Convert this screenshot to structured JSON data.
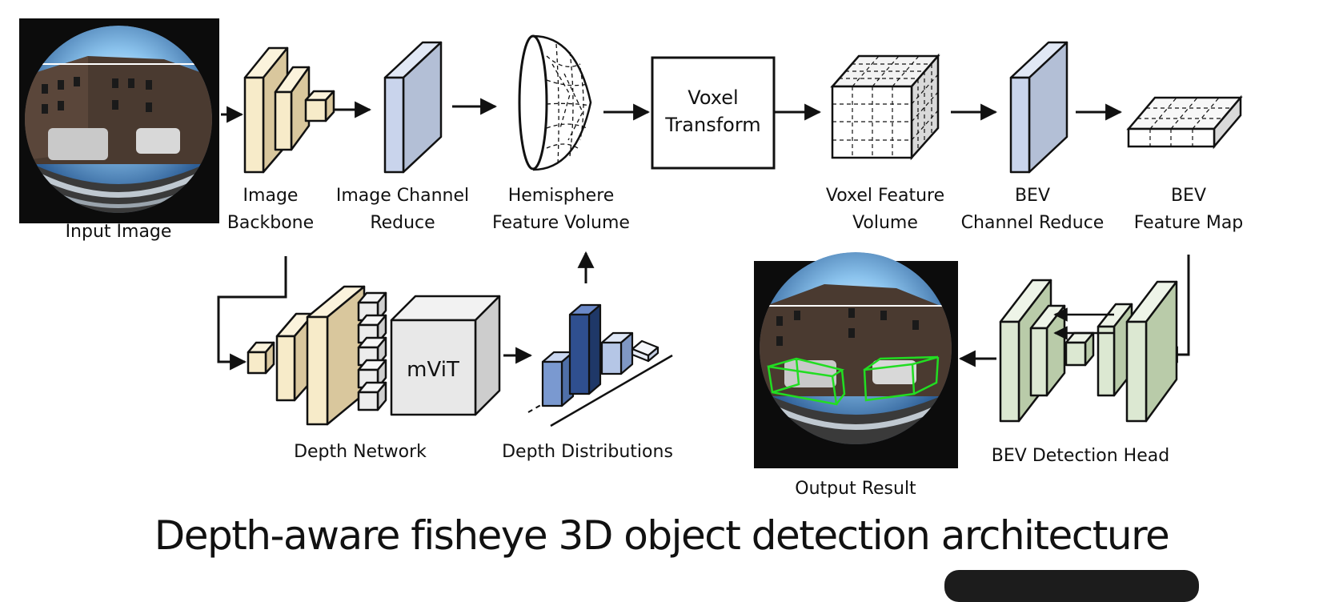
{
  "labels": {
    "input_image": "Input Image",
    "image_backbone": [
      "Image",
      "Backbone"
    ],
    "image_channel_reduce": [
      "Image Channel",
      "Reduce"
    ],
    "hemisphere_feature_volume": [
      "Hemisphere",
      "Feature Volume"
    ],
    "voxel_transform": [
      "Voxel",
      "Transform"
    ],
    "voxel_feature_volume": [
      "Voxel Feature",
      "Volume"
    ],
    "bev_channel_reduce": [
      "BEV",
      "Channel Reduce"
    ],
    "bev_feature_map": [
      "BEV",
      "Feature Map"
    ],
    "mvit": "mViT",
    "depth_network": "Depth Network",
    "depth_distributions": "Depth Distributions",
    "output_result": "Output Result",
    "bev_detection_head": "BEV Detection Head"
  },
  "caption": "Depth-aware fisheye 3D object detection architecture",
  "colors": {
    "backbone": "#f7ebc9",
    "channel_reduce": "#c9d4ec",
    "depth_bar": "#2f4f8f",
    "head": "#dce8d2",
    "detection_box": "#22dd22"
  },
  "icons": [
    "fisheye-photo-icon",
    "hemisphere-icon",
    "voxel-cube-icon",
    "depth-bars-icon"
  ]
}
